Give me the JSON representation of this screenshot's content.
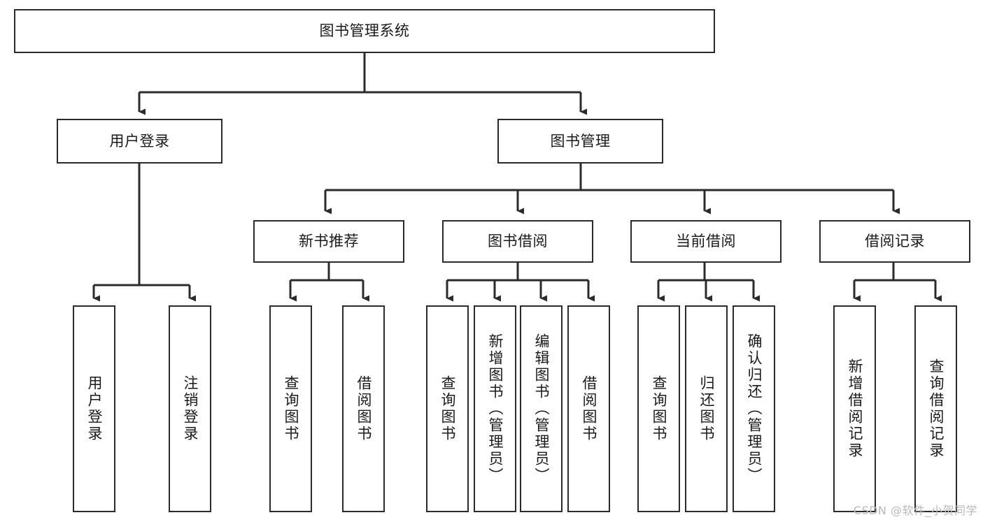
{
  "diagram": {
    "title": "图书管理系统",
    "watermark": "CSDN @软件_小贺同学",
    "stroke_color": "#2b2b2b",
    "background_color": "#ffffff",
    "text_color": "#1a1a1a",
    "watermark_color": "#b9b9b9",
    "levels": {
      "root": "图书管理系统",
      "level2": [
        "用户登录",
        "图书管理"
      ],
      "level3": [
        "新书推荐",
        "图书借阅",
        "当前借阅",
        "借阅记录"
      ]
    },
    "nodes": {
      "root": {
        "label": "图书管理系统"
      },
      "user_login": {
        "label": "用户登录"
      },
      "book_manage": {
        "label": "图书管理"
      },
      "new_book_rec": {
        "label": "新书推荐"
      },
      "book_borrow": {
        "label": "图书借阅"
      },
      "current_borrow": {
        "label": "当前借阅"
      },
      "borrow_record": {
        "label": "借阅记录"
      },
      "leaf_user_login": {
        "label": "用户登录"
      },
      "leaf_logout": {
        "label": "注销登录"
      },
      "leaf_query_book_1": {
        "label": "查询图书"
      },
      "leaf_borrow_book_1": {
        "label": "借阅图书"
      },
      "leaf_query_book_2": {
        "label": "查询图书"
      },
      "leaf_add_book": {
        "label": "新增图书（管理员）"
      },
      "leaf_edit_book": {
        "label": "编辑图书（管理员）"
      },
      "leaf_borrow_book_2": {
        "label": "借阅图书"
      },
      "leaf_query_book_3": {
        "label": "查询图书"
      },
      "leaf_return_book": {
        "label": "归还图书"
      },
      "leaf_confirm_return": {
        "label": "确认归还（管理员）"
      },
      "leaf_add_record": {
        "label": "新增借阅记录"
      },
      "leaf_query_record": {
        "label": "查询借阅记录"
      }
    }
  }
}
